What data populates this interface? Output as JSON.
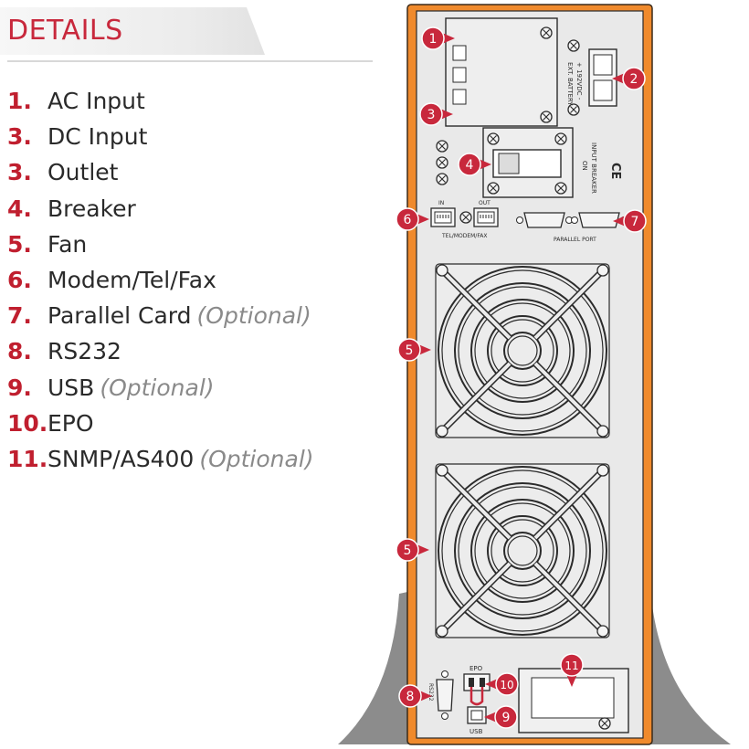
{
  "header": {
    "title": "DETAILS"
  },
  "legend": [
    {
      "num": "1.",
      "label": "AC Input",
      "note": ""
    },
    {
      "num": "3.",
      "label": "DC Input",
      "note": ""
    },
    {
      "num": "3.",
      "label": "Outlet",
      "note": ""
    },
    {
      "num": "4.",
      "label": "Breaker",
      "note": ""
    },
    {
      "num": "5.",
      "label": "Fan",
      "note": ""
    },
    {
      "num": "6.",
      "label": "Modem/Tel/Fax",
      "note": ""
    },
    {
      "num": "7.",
      "label": "Parallel Card",
      "note": "(Optional)"
    },
    {
      "num": "8.",
      "label": "RS232",
      "note": ""
    },
    {
      "num": "9.",
      "label": "USB",
      "note": "(Optional)"
    },
    {
      "num": "10.",
      "label": "EPO",
      "note": ""
    },
    {
      "num": "11.",
      "label": "SNMP/AS400",
      "note": "(Optional)"
    }
  ],
  "panel": {
    "ext_battery_label": "EXT. BATTERY",
    "ext_battery_voltage": "+ 192VDC -",
    "input_breaker_label": "INPUT BREAKER",
    "on_label": "ON",
    "ce_mark": "CE",
    "in_label": "IN",
    "out_label": "OUT",
    "tel_modem_fax_label": "TEL/MODEM/FAX",
    "parallel_port_label": "PARALLEL PORT",
    "rs232_label": "RS232",
    "epo_label": "EPO",
    "usb_label": "USB"
  },
  "callouts": [
    {
      "key": "ac-input",
      "label": "1"
    },
    {
      "key": "dc-input",
      "label": "2"
    },
    {
      "key": "outlet",
      "label": "3"
    },
    {
      "key": "breaker",
      "label": "4"
    },
    {
      "key": "fan-top",
      "label": "5"
    },
    {
      "key": "fan-bottom",
      "label": "5"
    },
    {
      "key": "modem",
      "label": "6"
    },
    {
      "key": "parallel",
      "label": "7"
    },
    {
      "key": "rs232",
      "label": "8"
    },
    {
      "key": "usb",
      "label": "9"
    },
    {
      "key": "epo",
      "label": "10"
    },
    {
      "key": "snmp",
      "label": "11"
    }
  ],
  "colors": {
    "accent": "#c8283c",
    "frame_orange": "#f08a2c",
    "panel": "#e9e9e9",
    "stand": "#8c8c8c",
    "line": "#2b2b2b"
  }
}
